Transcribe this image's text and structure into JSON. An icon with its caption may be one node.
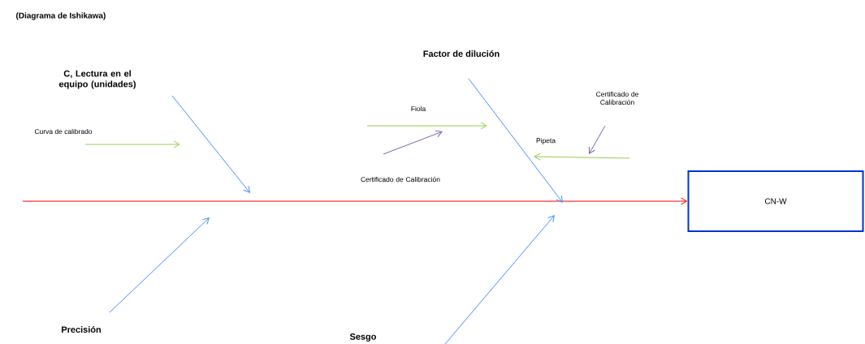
{
  "diagram": {
    "title": "(Diagrama de Ishikawa)",
    "nodes": [
      {
        "text": [
          "C, Lectura en el equipo (unidades)"
        ]
      },
      {
        "text": [
          "Curva de calibrado"
        ]
      },
      {
        "text": [
          "Factor de dilución"
        ]
      },
      {
        "text": [
          "Certificado de Calibración"
        ]
      },
      {
        "text": [
          "Pipeta"
        ]
      },
      {
        "text": [
          "Precisión"
        ]
      },
      {
        "text": [
          "CN-W"
        ]
      }
    ],
    "edges": [
      {
        "from": null,
        "to": 6,
        "arrow": "to",
        "color": "#ff0000"
      },
      {
        "from": 0,
        "to": null,
        "arrow": "to"
      },
      {
        "from": 1,
        "to": null,
        "arrow": "to",
        "color": "#92d050"
      },
      {
        "from": 2,
        "to": null,
        "arrow": "to"
      },
      {
        "from": 3,
        "to": null,
        "arrow": "to",
        "color": "#8064a2"
      },
      {
        "from": null,
        "to": 4,
        "arrow": "to",
        "color": "#92d050"
      },
      {
        "from": 5,
        "to": null,
        "arrow": "to"
      }
    ],
    "labels": [
      "Fiola",
      "Certificado de Calibración",
      "Sesgo"
    ]
  }
}
